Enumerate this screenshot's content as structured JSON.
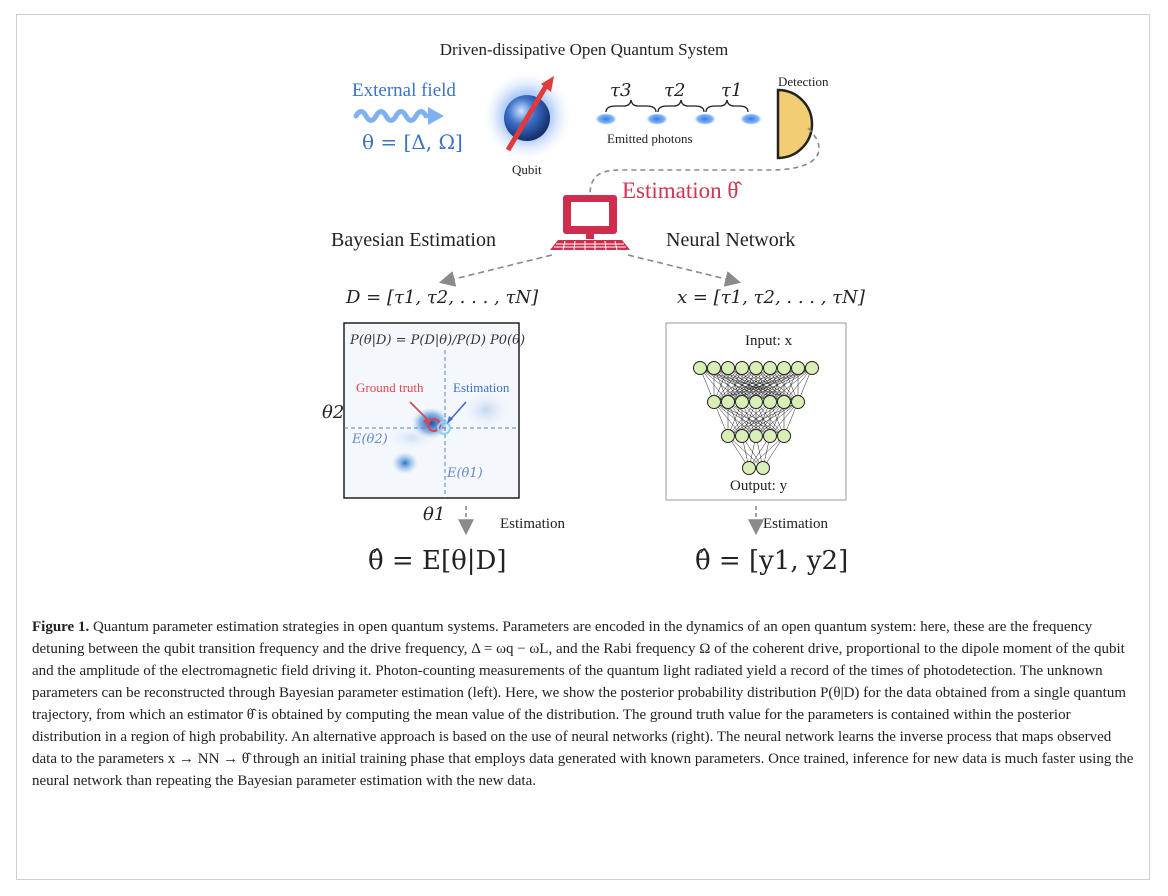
{
  "figure": {
    "title": "Driven-dissipative Open Quantum System",
    "external_field_label": "External field",
    "theta_equation": "θ = [Δ, Ω]",
    "qubit_label": "Qubit",
    "tau_labels": [
      "τ3",
      "τ2",
      "τ1"
    ],
    "emitted_photons_label": "Emitted photons",
    "detection_label": "Detection",
    "estimation_label": "Estimation θ̂",
    "bayesian_label": "Bayesian Estimation",
    "nn_label": "Neural Network",
    "d_equation": "D = [τ1, τ2, . . . , τN]",
    "x_equation": "x = [τ1, τ2, . . . , τN]",
    "posterior_formula": "P(θ|D) = P(D|θ)/P(D) P0(θ)",
    "ground_truth_label": "Ground truth",
    "estimation_plot_label": "Estimation",
    "e_theta2_label": "E(θ2)",
    "e_theta1_label": "E(θ1)",
    "theta2_axis": "θ2",
    "theta1_axis": "θ1",
    "arrow_estimation_left": "Estimation",
    "arrow_estimation_right": "Estimation",
    "nn_input_label": "Input: x",
    "nn_output_label": "Output: y",
    "result_left": "θ̂ = E[θ|D]",
    "result_right": "θ̂ = [y1, y2]",
    "nn_layer_sizes": [
      9,
      7,
      5,
      2
    ],
    "colors": {
      "blue": "#3b73c9",
      "red": "#d1344f",
      "node_fill": "#d8f0b8"
    }
  },
  "caption": {
    "label": "Figure 1.",
    "text": "Quantum parameter estimation strategies in open quantum systems. Parameters are encoded in the dynamics of an open quantum system: here, these are the frequency detuning between the qubit transition frequency and the drive frequency, Δ = ωq − ωL, and the Rabi frequency Ω of the coherent drive, proportional to the dipole moment of the qubit and the amplitude of the electromagnetic field driving it. Photon-counting measurements of the quantum light radiated yield a record of the times of photodetection. The unknown parameters can be reconstructed through Bayesian parameter estimation (left). Here, we show the posterior probability distribution P(θ|D) for the data obtained from a single quantum trajectory, from which an estimator θ̂ is obtained by computing the mean value of the distribution. The ground truth value for the parameters is contained within the posterior distribution in a region of high probability. An alternative approach is based on the use of neural networks (right). The neural network learns the inverse process that maps observed data to the parameters x → NN → θ̂ through an initial training phase that employs data generated with known parameters. Once trained, inference for new data is much faster using the neural network than repeating the Bayesian parameter estimation with the new data."
  }
}
